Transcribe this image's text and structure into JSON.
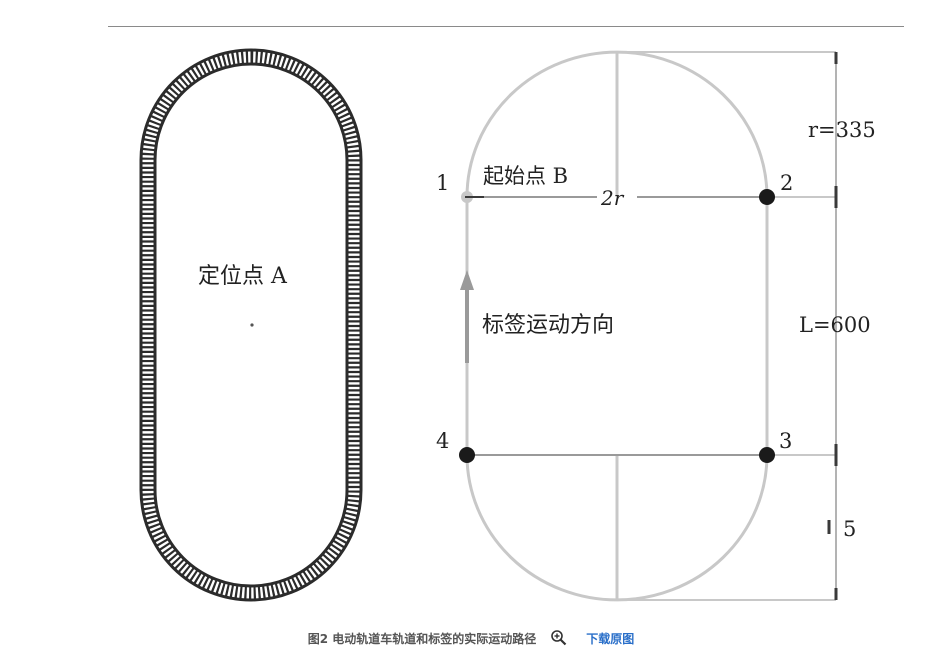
{
  "figure": {
    "left_track": {
      "locate_point_label": "定位点 A"
    },
    "right_path": {
      "point_labels": [
        "1",
        "2",
        "3",
        "4"
      ],
      "start_label": "起始点 B",
      "diameter_label": "2r",
      "direction_label": "标签运动方向",
      "radius_label": "r=335",
      "length_label": "L=600",
      "bottom_label": "5"
    }
  },
  "caption": {
    "text": "图2 电动轨道车轨道和标签的实际运动路径",
    "zoom_icon": "magnifier-plus-icon",
    "download_label": "下载原图"
  },
  "colors": {
    "track_dark": "#2b2b2b",
    "path_gray": "#c8c8c8",
    "arrow_gray": "#9a9a9a",
    "point_black": "#1a1a1a",
    "link_blue": "#2a6fc9",
    "caption_gray": "#555555"
  }
}
